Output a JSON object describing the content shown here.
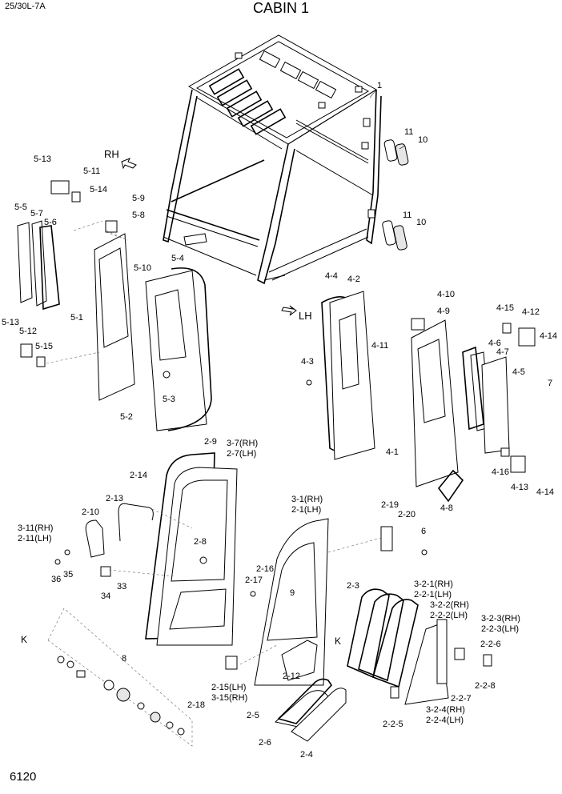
{
  "header": {
    "model": "25/30L-7A",
    "title": "CABIN 1"
  },
  "footer": {
    "page_number": "6120"
  },
  "direction_labels": {
    "rh": "RH",
    "lh": "LH"
  },
  "callouts": {
    "c1": "1",
    "c11a": "11",
    "c10a": "10",
    "c11b": "11",
    "c10b": "10",
    "c513a": "5-13",
    "c511": "5-11",
    "c514": "5-14",
    "c59": "5-9",
    "c58": "5-8",
    "c55": "5-5",
    "c57": "5-7",
    "c56": "5-6",
    "c510": "5-10",
    "c54": "5-4",
    "c51": "5-1",
    "c513b": "5-13",
    "c512": "5-12",
    "c515": "5-15",
    "c53": "5-3",
    "c52": "5-2",
    "c44": "4-4",
    "c42": "4-2",
    "c410": "4-10",
    "c49": "4-9",
    "c415": "4-15",
    "c412": "4-12",
    "c414a": "4-14",
    "c411": "4-11",
    "c46": "4-6",
    "c47": "4-7",
    "c7": "7",
    "c43": "4-3",
    "c45": "4-5",
    "c41": "4-1",
    "c416": "4-16",
    "c413": "4-13",
    "c414b": "4-14",
    "c48": "4-8",
    "c29": "2-9",
    "c37rh": "3-7(RH)",
    "c27lh": "2-7(LH)",
    "c214": "2-14",
    "c213": "2-13",
    "c210": "2-10",
    "c311rh": "3-11(RH)",
    "c211lh": "2-11(LH)",
    "c28": "2-8",
    "c36": "36",
    "c35": "35",
    "c34": "34",
    "c33": "33",
    "c31rh": "3-1(RH)",
    "c21lh": "2-1(LH)",
    "c219": "2-19",
    "c220": "2-20",
    "c6": "6",
    "c216": "2-16",
    "c217": "2-17",
    "c9": "9",
    "kA": "K",
    "kB": "K",
    "c8": "8",
    "c23": "2-3",
    "c321rh": "3-2-1(RH)",
    "c221lh": "2-2-1(LH)",
    "c322rh": "3-2-2(RH)",
    "c222lh": "2-2-2(LH)",
    "c323rh": "3-2-3(RH)",
    "c223lh": "2-2-3(LH)",
    "c226": "2-2-6",
    "c212": "2-12",
    "c215lh": "2-15(LH)",
    "c315rh": "3-15(RH)",
    "c218": "2-18",
    "c228": "2-2-8",
    "c227": "2-2-7",
    "c324rh": "3-2-4(RH)",
    "c224lh": "2-2-4(LH)",
    "c25": "2-5",
    "c225": "2-2-5",
    "c26": "2-6",
    "c24": "2-4"
  }
}
